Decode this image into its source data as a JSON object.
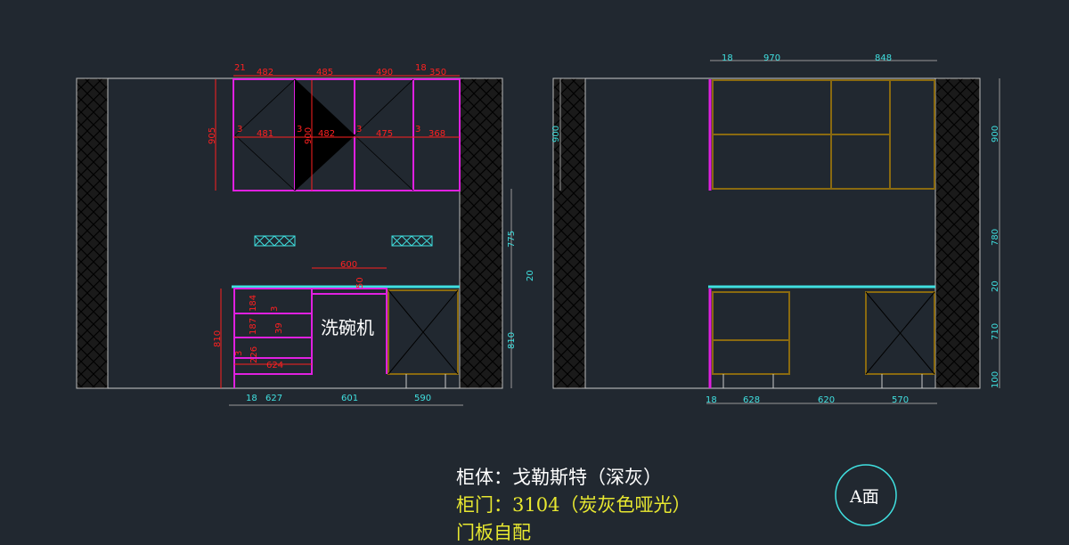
{
  "left_top_dims": [
    "21",
    "482",
    "485",
    "490",
    "18",
    "350"
  ],
  "left_mid_dims": [
    "3",
    "481",
    "3",
    "482",
    "3",
    "475",
    "3",
    "368"
  ],
  "left_vert_dims": {
    "upper_height": "905",
    "door_height": "900",
    "gap": "775",
    "counter": "20",
    "base": "810",
    "base_left": "810"
  },
  "left_base_dims": [
    "600",
    "50",
    "184",
    "187",
    "226",
    "3",
    "39",
    "3",
    "624"
  ],
  "left_bottom_dims": [
    "18",
    "627",
    "601",
    "590"
  ],
  "dishwasher_label": "洗碗机",
  "right_top_dims": [
    "18",
    "970",
    "848"
  ],
  "right_left_dims": [
    "900"
  ],
  "right_vert_dims": [
    "900",
    "780",
    "20",
    "710",
    "100"
  ],
  "right_bottom_dims": [
    "18",
    "628",
    "620",
    "570"
  ],
  "notes": {
    "line1": "柜体：戈勒斯特（深灰）",
    "line2": "柜门：3104（炭灰色哑光）",
    "line3": "门板自配"
  },
  "view_label": "A面",
  "colors": {
    "background": "#212830",
    "magenta": "#e020e0",
    "red": "#ff2020",
    "cyan": "#40e0e0",
    "brown": "#8a6a10",
    "yellow": "#e8e830"
  }
}
